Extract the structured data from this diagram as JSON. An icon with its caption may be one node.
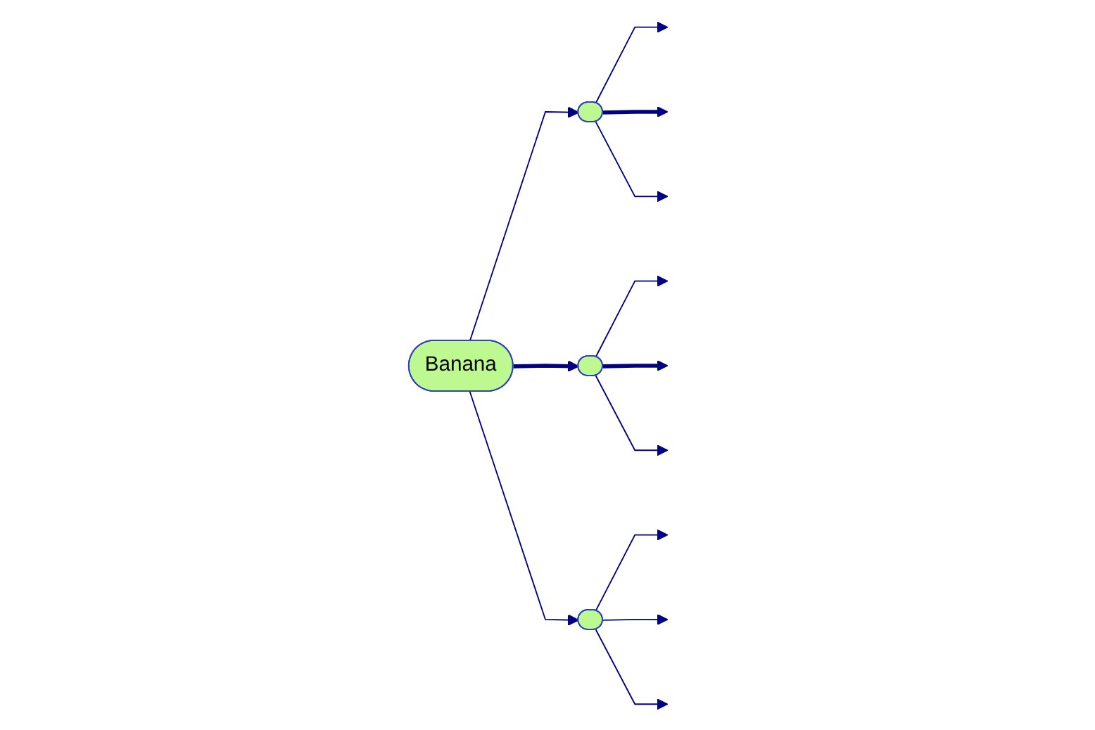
{
  "diagram": {
    "nodes": [
      {
        "text": [],
        "shape": "ellipse"
      },
      {
        "text": [
          "Banana"
        ]
      },
      {
        "text": [],
        "shape": "ellipse"
      },
      {
        "text": [],
        "shape": "ellipse"
      }
    ],
    "edges": [
      {
        "from": 1,
        "to": 0,
        "arrow": "to"
      },
      {
        "from": 1,
        "to": 2,
        "arrow": "to",
        "style": "thick"
      },
      {
        "from": 1,
        "to": 3,
        "arrow": "to"
      },
      {
        "from": 0,
        "to": null,
        "arrow": "to"
      },
      {
        "from": 0,
        "to": null,
        "arrow": "to",
        "style": "thick"
      },
      {
        "from": 0,
        "to": null,
        "arrow": "to"
      },
      {
        "from": 2,
        "to": null,
        "arrow": "to"
      },
      {
        "from": 2,
        "to": null,
        "arrow": "to",
        "style": "thick"
      },
      {
        "from": 2,
        "to": null,
        "arrow": "to"
      },
      {
        "from": 3,
        "to": null,
        "arrow": "to"
      },
      {
        "from": 3,
        "to": null,
        "arrow": "to"
      },
      {
        "from": 3,
        "to": null,
        "arrow": "to"
      }
    ]
  }
}
